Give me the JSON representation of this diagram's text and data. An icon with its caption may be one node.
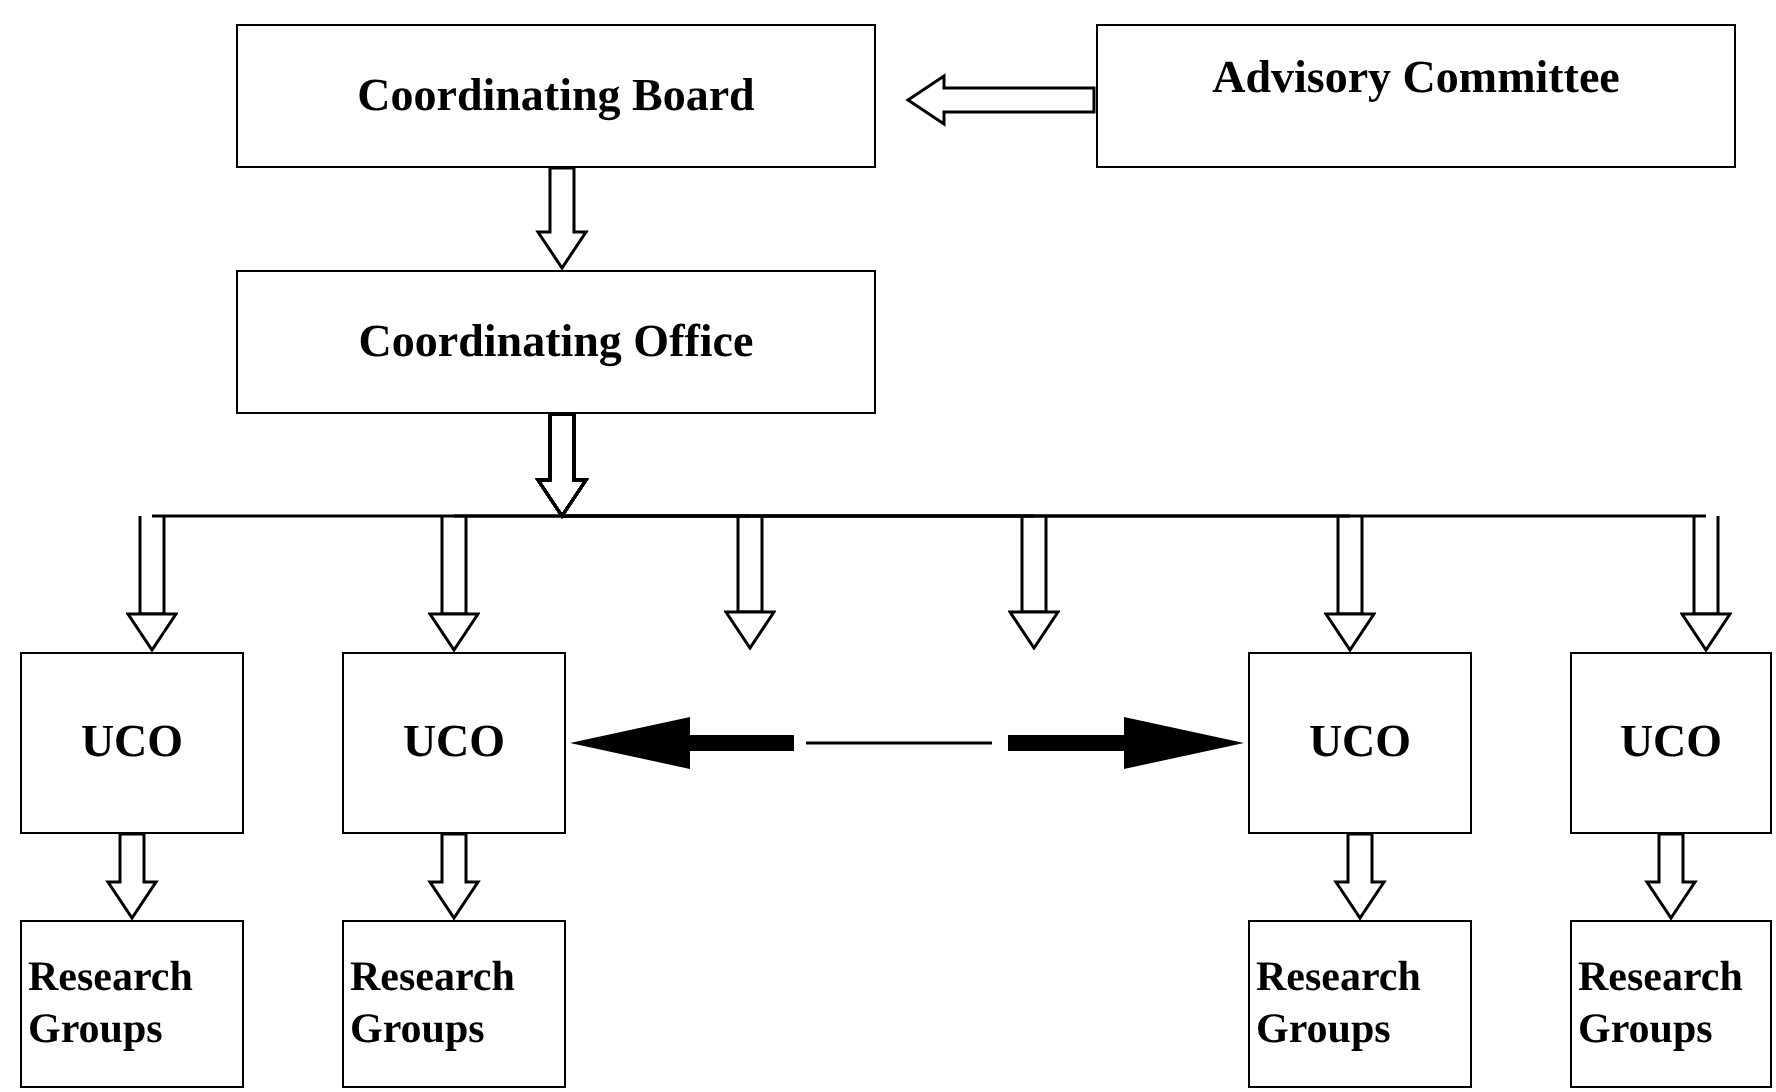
{
  "diagram": {
    "nodes": [
      {
        "text": [
          "Coordinating Board"
        ]
      },
      {
        "text": [
          "Advisory Committee"
        ]
      },
      {
        "text": [
          "Coordinating Office"
        ]
      },
      {
        "text": [
          "UCO"
        ]
      },
      {
        "text": [
          "UCO"
        ]
      },
      {
        "text": [
          "UCO"
        ]
      },
      {
        "text": [
          "UCO"
        ]
      },
      {
        "text": [
          "Research Groups"
        ]
      },
      {
        "text": [
          "Research Groups"
        ]
      },
      {
        "text": [
          "Research Groups"
        ]
      },
      {
        "text": [
          "Research Groups"
        ]
      }
    ],
    "edges": [
      {
        "from": 1,
        "to": 0,
        "arrow": "to"
      },
      {
        "from": 0,
        "to": 2,
        "arrow": "to"
      },
      {
        "from": 2,
        "to": 3,
        "arrow": "to"
      },
      {
        "from": 2,
        "to": 4,
        "arrow": "to"
      },
      {
        "from": 2,
        "to": null,
        "arrow": "to"
      },
      {
        "from": 2,
        "to": null,
        "arrow": "to"
      },
      {
        "from": 2,
        "to": 5,
        "arrow": "to"
      },
      {
        "from": 2,
        "to": 6,
        "arrow": "to"
      },
      {
        "from": 4,
        "to": 5,
        "arrow": "both",
        "style": "thick"
      },
      {
        "from": 3,
        "to": 7,
        "arrow": "to"
      },
      {
        "from": 4,
        "to": 8,
        "arrow": "to"
      },
      {
        "from": 5,
        "to": 9,
        "arrow": "to"
      },
      {
        "from": 6,
        "to": 10,
        "arrow": "to"
      }
    ]
  }
}
